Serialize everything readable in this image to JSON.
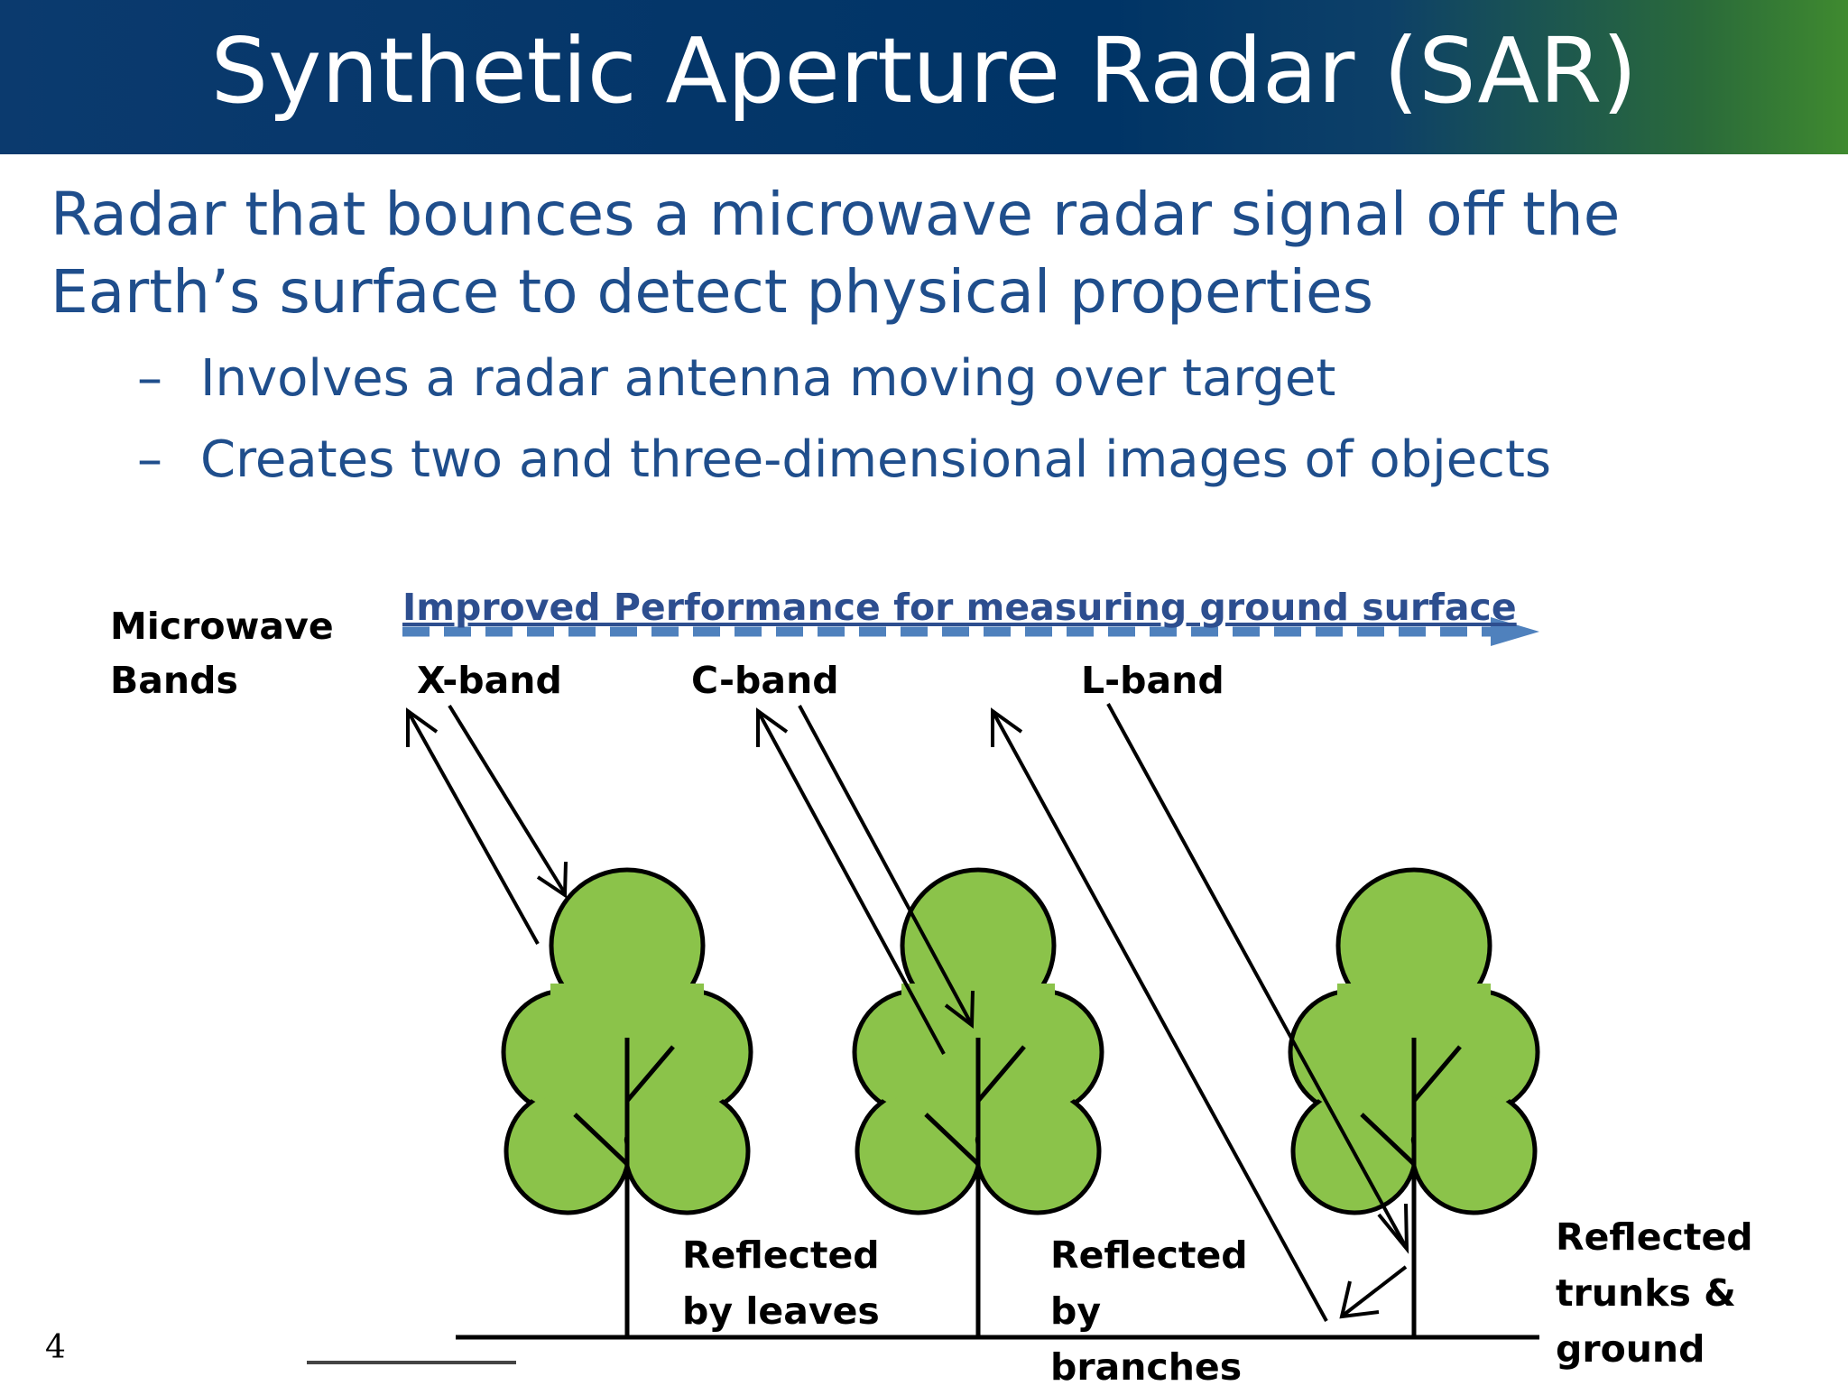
{
  "slide": {
    "title": "Synthetic Aperture Radar (SAR)",
    "main_text": [
      "Radar that bounces a microwave radar signal off the",
      "Earth’s surface to detect physical properties"
    ],
    "bullets": [
      {
        "dash": "–",
        "text": "Involves a radar antenna moving over target"
      },
      {
        "dash": "–",
        "text": "Creates two and three-dimensional images of objects"
      }
    ],
    "page_number": "4"
  },
  "diagram": {
    "microwave_bands_label": [
      "Microwave",
      "Bands"
    ],
    "performance_label": "Improved Performance for measuring ground surface",
    "bands": [
      "X-band",
      "C-band",
      "L-band"
    ],
    "reflection_labels": [
      [
        "Reflected",
        "by leaves"
      ],
      [
        "Reflected by",
        "branches"
      ],
      [
        "Reflected",
        "trunks &",
        "ground"
      ]
    ],
    "colors": {
      "header": "#003466",
      "header_accent": "#3f8a2f",
      "body_text": "#1f4e8c",
      "dashed_arrow": "#4f81bd",
      "tree_fill": "#8bc34a",
      "outline": "#000000"
    }
  }
}
